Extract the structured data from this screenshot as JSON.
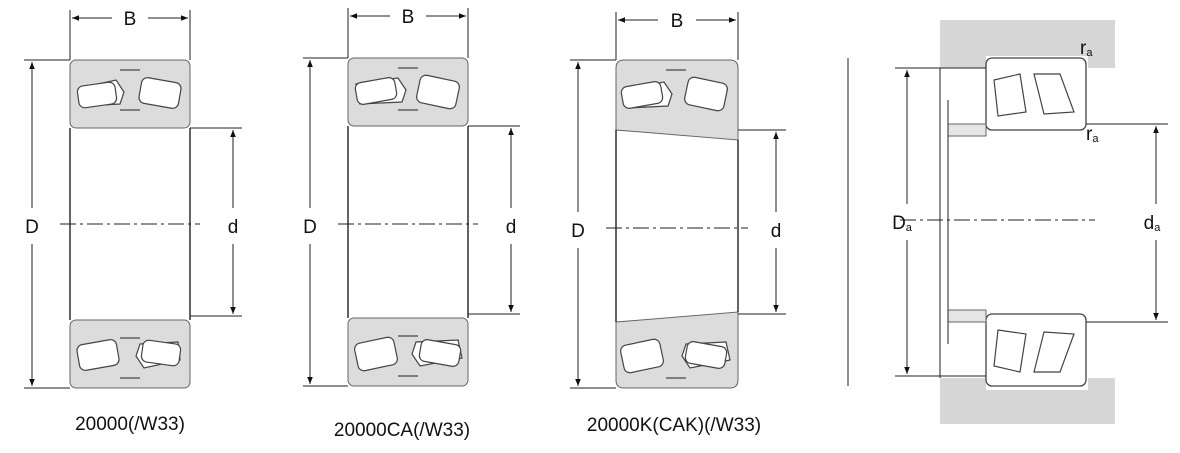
{
  "colors": {
    "ring_fill": "#dcdcdc",
    "housing_fill": "#d6d6d6",
    "line": "#111111"
  },
  "figures": [
    {
      "caption": "20000(/W33)",
      "width_label": "B",
      "outer_label": "D",
      "bore_label": "d"
    },
    {
      "caption": "20000CA(/W33)",
      "width_label": "B",
      "outer_label": "D",
      "bore_label": "d"
    },
    {
      "caption": "20000K(CAK)(/W33)",
      "width_label": "B",
      "outer_label": "D",
      "bore_label": "d"
    }
  ],
  "mounting": {
    "housing_diameter_label": "D",
    "housing_diameter_sub": "a",
    "shaft_diameter_label": "d",
    "shaft_diameter_sub": "a",
    "fillet_top_label": "r",
    "fillet_top_sub": "a",
    "fillet_bottom_label": "r",
    "fillet_bottom_sub": "a"
  }
}
